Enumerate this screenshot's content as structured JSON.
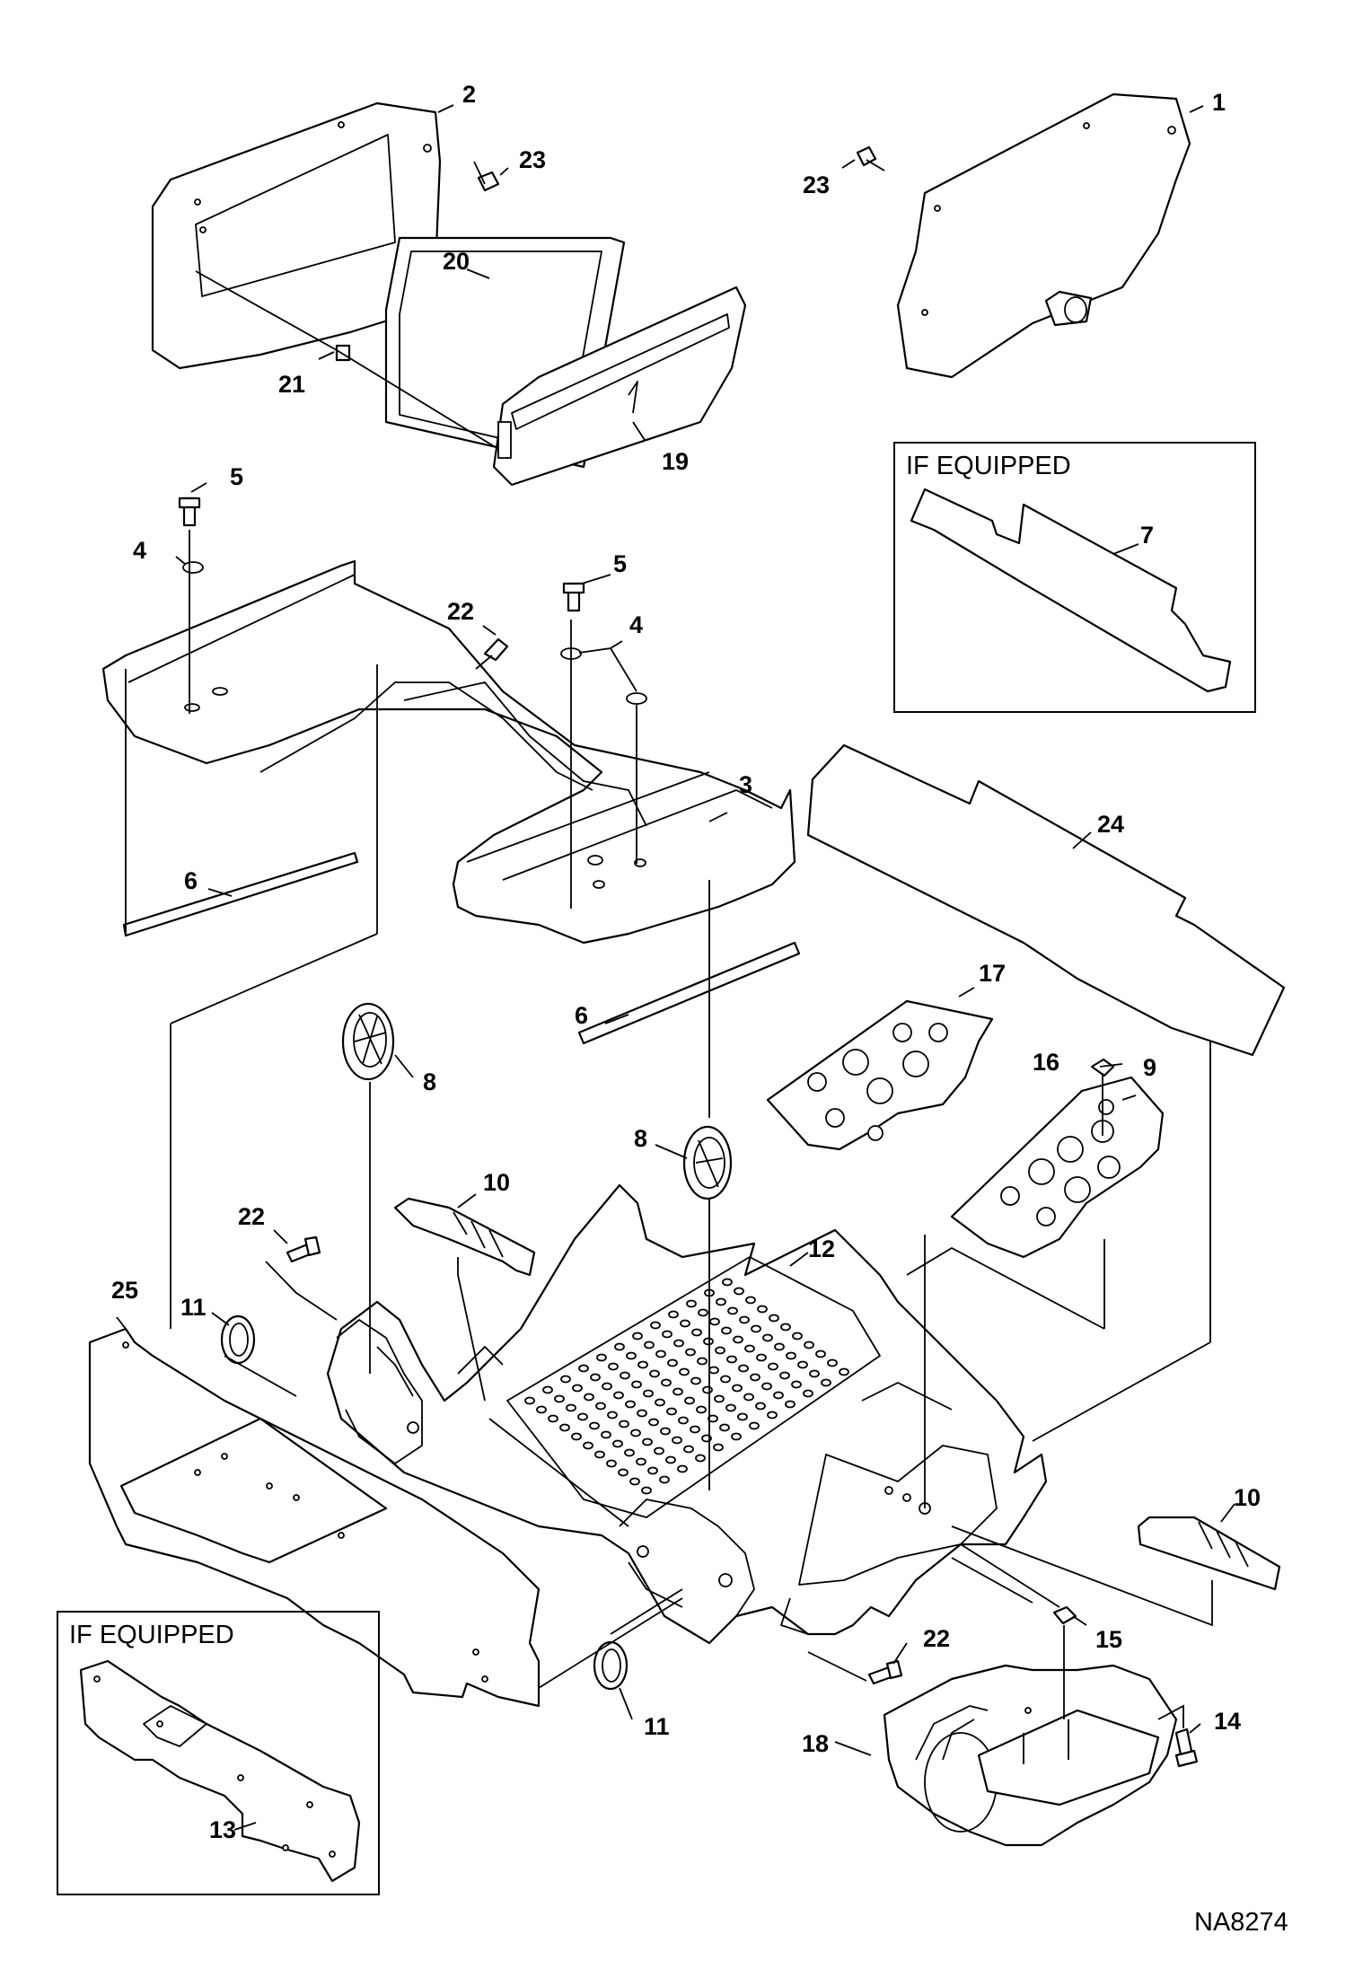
{
  "figure": {
    "drawing_number": "NA8274",
    "optional_boxes": [
      {
        "title": "IF EQUIPPED"
      },
      {
        "title": "IF EQUIPPED"
      }
    ]
  },
  "callouts": {
    "c1": "1",
    "c2": "2",
    "c3": "3",
    "c4a": "4",
    "c4b": "4",
    "c5a": "5",
    "c5b": "5",
    "c6a": "6",
    "c6b": "6",
    "c7": "7",
    "c8a": "8",
    "c8b": "8",
    "c9": "9",
    "c10a": "10",
    "c10b": "10",
    "c11a": "11",
    "c11b": "11",
    "c12": "12",
    "c13": "13",
    "c14": "14",
    "c15": "15",
    "c16": "16",
    "c17": "17",
    "c18": "18",
    "c19": "19",
    "c20": "20",
    "c21": "21",
    "c22a": "22",
    "c22b": "22",
    "c22c": "22",
    "c23a": "23",
    "c23b": "23",
    "c24": "24",
    "c25": "25"
  }
}
